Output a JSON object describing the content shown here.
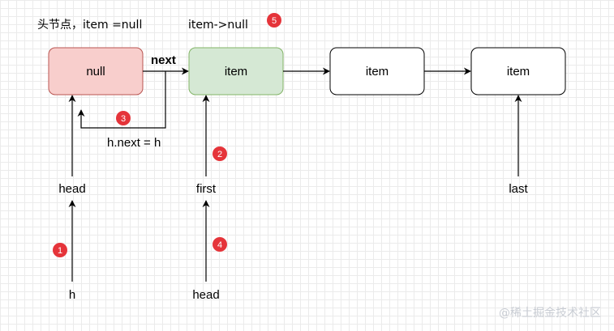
{
  "title": {
    "head_note": "头节点，item =null",
    "item_note": "item->null"
  },
  "nodes": {
    "node_null": "null",
    "node_item_1": "item",
    "node_item_2": "item",
    "node_item_3": "item"
  },
  "labels": {
    "next": "next",
    "h_next": "h.next = h",
    "head_top": "head",
    "first": "first",
    "last": "last",
    "h": "h",
    "head_bottom": "head"
  },
  "badges": [
    "1",
    "2",
    "3",
    "4",
    "5"
  ],
  "watermark": "@稀土掘金技术社区",
  "colors": {
    "null_fill": "#f8cecc",
    "null_stroke": "#b85450",
    "item_fill": "#d5e8d4",
    "item_stroke": "#82b366",
    "badge": "#e5343a"
  }
}
